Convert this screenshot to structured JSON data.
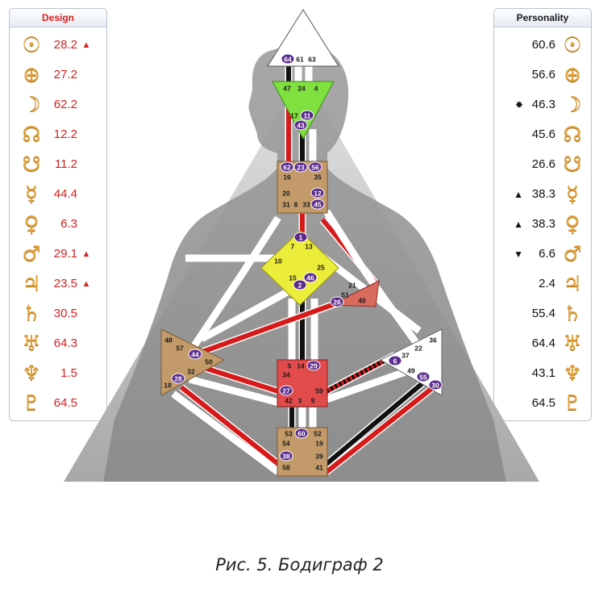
{
  "design": {
    "header": "Design",
    "rows": [
      {
        "icon": "sun-icon",
        "glyph": "☉",
        "value": "28.2",
        "mark": "▲"
      },
      {
        "icon": "earth-icon",
        "glyph": "⊕",
        "value": "27.2",
        "mark": ""
      },
      {
        "icon": "moon-icon",
        "glyph": "☽",
        "value": "62.2",
        "mark": ""
      },
      {
        "icon": "north-node-icon",
        "glyph": "☊",
        "value": "12.2",
        "mark": ""
      },
      {
        "icon": "south-node-icon",
        "glyph": "☋",
        "value": "11.2",
        "mark": ""
      },
      {
        "icon": "mercury-icon",
        "glyph": "☿",
        "value": "44.4",
        "mark": ""
      },
      {
        "icon": "venus-icon",
        "glyph": "♀",
        "value": "6.3",
        "mark": ""
      },
      {
        "icon": "mars-icon",
        "glyph": "♂",
        "value": "29.1",
        "mark": "▲"
      },
      {
        "icon": "jupiter-icon",
        "glyph": "♃",
        "value": "23.5",
        "mark": "▲"
      },
      {
        "icon": "saturn-icon",
        "glyph": "♄",
        "value": "30.5",
        "mark": ""
      },
      {
        "icon": "uranus-icon",
        "glyph": "♅",
        "value": "64.3",
        "mark": ""
      },
      {
        "icon": "neptune-icon",
        "glyph": "♆",
        "value": "1.5",
        "mark": ""
      },
      {
        "icon": "pluto-icon",
        "glyph": "♇",
        "value": "64.5",
        "mark": ""
      }
    ]
  },
  "personality": {
    "header": "Personality",
    "rows": [
      {
        "icon": "sun-icon",
        "glyph": "☉",
        "value": "60.6",
        "mark": ""
      },
      {
        "icon": "earth-icon",
        "glyph": "⊕",
        "value": "56.6",
        "mark": ""
      },
      {
        "icon": "moon-icon",
        "glyph": "☽",
        "value": "46.3",
        "mark": "✸"
      },
      {
        "icon": "north-node-icon",
        "glyph": "☊",
        "value": "45.6",
        "mark": ""
      },
      {
        "icon": "south-node-icon",
        "glyph": "☋",
        "value": "26.6",
        "mark": ""
      },
      {
        "icon": "mercury-icon",
        "glyph": "☿",
        "value": "38.3",
        "mark": "▲"
      },
      {
        "icon": "venus-icon",
        "glyph": "♀",
        "value": "38.3",
        "mark": "▲"
      },
      {
        "icon": "mars-icon",
        "glyph": "♂",
        "value": "6.6",
        "mark": "▼"
      },
      {
        "icon": "jupiter-icon",
        "glyph": "♃",
        "value": "2.4",
        "mark": ""
      },
      {
        "icon": "saturn-icon",
        "glyph": "♄",
        "value": "55.4",
        "mark": ""
      },
      {
        "icon": "uranus-icon",
        "glyph": "♅",
        "value": "64.4",
        "mark": ""
      },
      {
        "icon": "neptune-icon",
        "glyph": "♆",
        "value": "43.1",
        "mark": ""
      },
      {
        "icon": "pluto-icon",
        "glyph": "♇",
        "value": "64.5",
        "mark": ""
      }
    ]
  },
  "centers": {
    "head": {
      "gates": [
        "64",
        "61",
        "63"
      ]
    },
    "ajna": {
      "gates": [
        "47",
        "24",
        "4",
        "17",
        "11",
        "43"
      ]
    },
    "throat": {
      "gates": [
        "62",
        "23",
        "56",
        "16",
        "35",
        "20",
        "12",
        "31",
        "8",
        "33",
        "45"
      ]
    },
    "g": {
      "gates": [
        "1",
        "7",
        "13",
        "10",
        "25",
        "15",
        "46",
        "2"
      ]
    },
    "ego": {
      "gates": [
        "21",
        "51",
        "26",
        "40"
      ]
    },
    "spleen": {
      "gates": [
        "48",
        "57",
        "44",
        "50",
        "32",
        "28",
        "18"
      ]
    },
    "sacral": {
      "gates": [
        "5",
        "14",
        "29",
        "34",
        "27",
        "59",
        "42",
        "3",
        "9"
      ]
    },
    "solar_plexus": {
      "gates": [
        "36",
        "22",
        "6",
        "37",
        "49",
        "55",
        "30"
      ]
    },
    "root": {
      "gates": [
        "53",
        "60",
        "52",
        "54",
        "19",
        "38",
        "39",
        "58",
        "41"
      ]
    }
  },
  "circled_gates": [
    "64",
    "11",
    "43",
    "62",
    "23",
    "56",
    "12",
    "45",
    "1",
    "46",
    "2",
    "26",
    "44",
    "28",
    "29",
    "27",
    "6",
    "55",
    "30",
    "60",
    "38"
  ],
  "colors": {
    "design": "#d42020",
    "personality": "#111111",
    "glyph": "#e3a23a",
    "active_gate": "#5a2a8c"
  },
  "caption": "Рис. 5. Бодиграф 2"
}
